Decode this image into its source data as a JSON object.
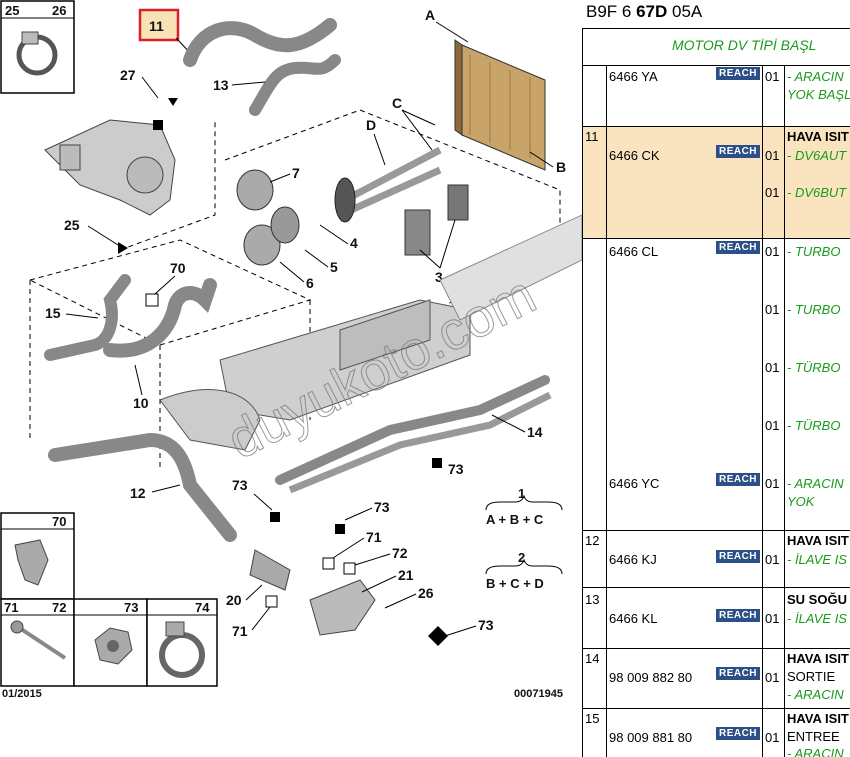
{
  "header": {
    "prefix": "B9F 6",
    "bold": "67D",
    "suffix": "05A"
  },
  "table_title": "MOTOR DV TİPİ BAŞL",
  "rows": [
    {
      "ref": "",
      "part": "6466 YA",
      "badge": "REACH",
      "qty": "01",
      "desc": "- ARACIN",
      "desc2": "YOK BAŞL",
      "desc_color": "green"
    },
    {
      "ref": "11",
      "part": "6466 CK",
      "badge": "REACH",
      "qty": "01",
      "title": "HAVA ISIT",
      "desc": "- DV6AUT",
      "qty2": "01",
      "desc2": "- DV6BUT",
      "highlight": true
    },
    {
      "ref": "",
      "part": "6466 CL",
      "badge": "REACH",
      "lines": [
        {
          "qty": "01",
          "desc": "- TURBO"
        },
        {
          "qty": "01",
          "desc": "- TURBO"
        },
        {
          "qty": "01",
          "desc": "- TÜRBO"
        },
        {
          "qty": "01",
          "desc": "- TÜRBO"
        }
      ]
    },
    {
      "ref": "",
      "part": "6466 YC",
      "badge": "REACH",
      "qty": "01",
      "desc": "- ARACIN",
      "desc2": "YOK"
    },
    {
      "ref": "12",
      "part": "6466 KJ",
      "badge": "REACH",
      "qty": "01",
      "title": "HAVA ISIT",
      "desc": "- İLAVE IS"
    },
    {
      "ref": "13",
      "part": "6466 KL",
      "badge": "REACH",
      "qty": "01",
      "title": "SU SOĞU",
      "desc": "- İLAVE IS"
    },
    {
      "ref": "14",
      "part": "98 009 882 80",
      "badge": "REACH",
      "qty": "01",
      "title": "HAVA ISIT",
      "sub": "SORTIE",
      "desc": "- ARACIN"
    },
    {
      "ref": "15",
      "part": "98 009 881 80",
      "badge": "REACH",
      "qty": "01",
      "title": "HAVA ISIT",
      "sub": "ENTREE",
      "desc": "- ARACIN"
    }
  ],
  "diagram": {
    "callouts": [
      "A",
      "B",
      "C",
      "D",
      "1",
      "2",
      "3",
      "4",
      "5",
      "6",
      "7",
      "10",
      "11",
      "12",
      "13",
      "14",
      "15",
      "20",
      "21",
      "25",
      "26",
      "27",
      "70",
      "71",
      "72",
      "73"
    ],
    "formula1": {
      "num": "1",
      "expr": "A + B + C"
    },
    "formula2": {
      "num": "2",
      "expr": "B + C + D"
    },
    "corner_boxes": [
      "25",
      "26",
      "70",
      "71",
      "72",
      "73",
      "74"
    ],
    "date": "01/2015",
    "ref_code": "00071945",
    "watermark": "duyukoto.com"
  },
  "colors": {
    "highlight": "#fae4c0",
    "green": "#1a9a1a",
    "reach_badge": "#2b4f86",
    "callout_box": "#d9202a"
  }
}
